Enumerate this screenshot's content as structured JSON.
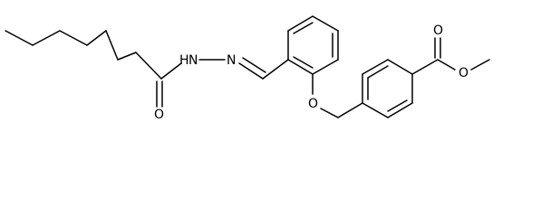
{
  "molecule": {
    "atoms": {
      "hydrazide_n1": "H",
      "hydrazide_n1_n": "N",
      "hydrazide_n2": "N",
      "amide_oxygen": "O",
      "ether_oxygen": "O",
      "ester_carbonyl_oxygen": "O",
      "ester_alkoxy_oxygen": "O"
    }
  }
}
